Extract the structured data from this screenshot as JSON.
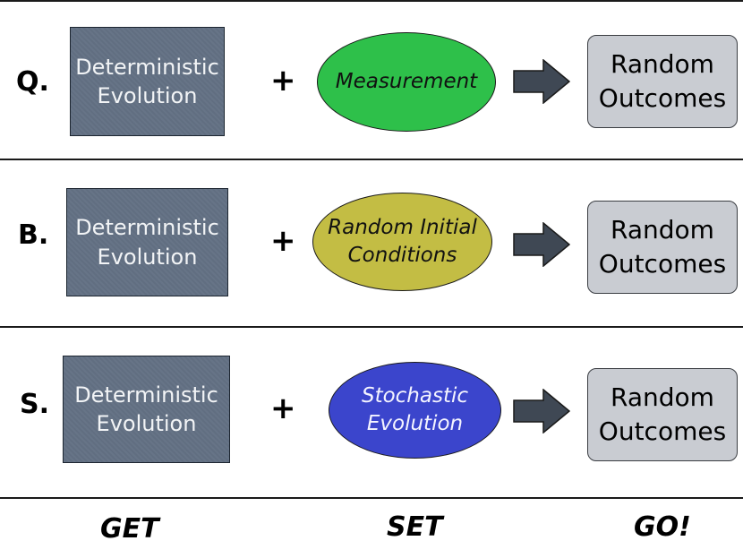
{
  "rows": [
    {
      "label": "Q.",
      "evolution": [
        "Deterministic",
        "Evolution"
      ],
      "plus": "+",
      "source": [
        "Measurement"
      ],
      "outcome": [
        "Random",
        "Outcomes"
      ]
    },
    {
      "label": "B.",
      "evolution": [
        "Deterministic",
        "Evolution"
      ],
      "plus": "+",
      "source": [
        "Random Initial",
        "Conditions"
      ],
      "outcome": [
        "Random",
        "Outcomes"
      ]
    },
    {
      "label": "S.",
      "evolution": [
        "Deterministic",
        "Evolution"
      ],
      "plus": "+",
      "source": [
        "Stochastic",
        "Evolution"
      ],
      "outcome": [
        "Random",
        "Outcomes"
      ]
    }
  ],
  "footer": {
    "left": "GET",
    "middle": "SET",
    "right": "GO!"
  },
  "colors": {
    "evolution_box": "#637184",
    "measurement_ellipse": "#2ec04a",
    "random_initial_ellipse": "#c3bd44",
    "stochastic_ellipse": "#3b45cc",
    "outcome_box": "#c9ccd2",
    "arrow": "#3f4854"
  },
  "icons": [
    "right-arrow-icon"
  ]
}
